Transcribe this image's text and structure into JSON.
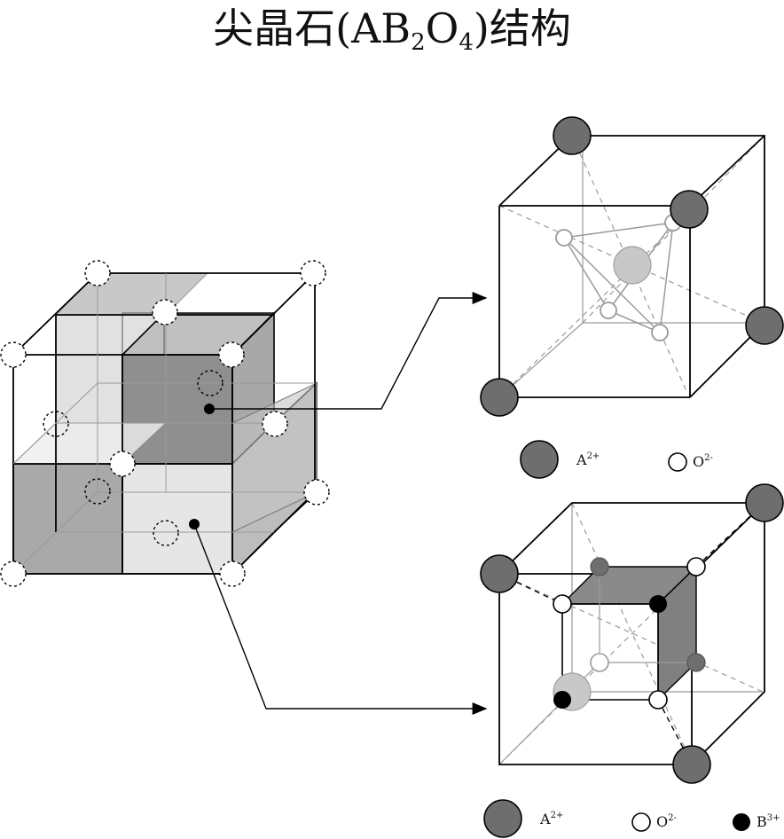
{
  "title": {
    "main": "尖晶石(AB",
    "sub1": "2",
    "mid": "O",
    "sub2": "4",
    "end": ")结构"
  },
  "legend_top": [
    {
      "symbol": "A",
      "charge": "2+",
      "style": "gray-large"
    },
    {
      "symbol": "O",
      "charge": "2-",
      "style": "white-small"
    }
  ],
  "legend_bottom": [
    {
      "symbol": "A",
      "charge": "2+",
      "style": "gray-large"
    },
    {
      "symbol": "O",
      "charge": "2-",
      "style": "white-small"
    },
    {
      "symbol": "B",
      "charge": "3+",
      "style": "black-small"
    }
  ],
  "colors": {
    "a_ion": "#6e6e6e",
    "b_ion": "#000000",
    "o_ion": "#ffffff",
    "shade_dark": "#8a8a8a",
    "shade_mid": "#b5b5b5",
    "shade_light": "#dcdcdc"
  }
}
